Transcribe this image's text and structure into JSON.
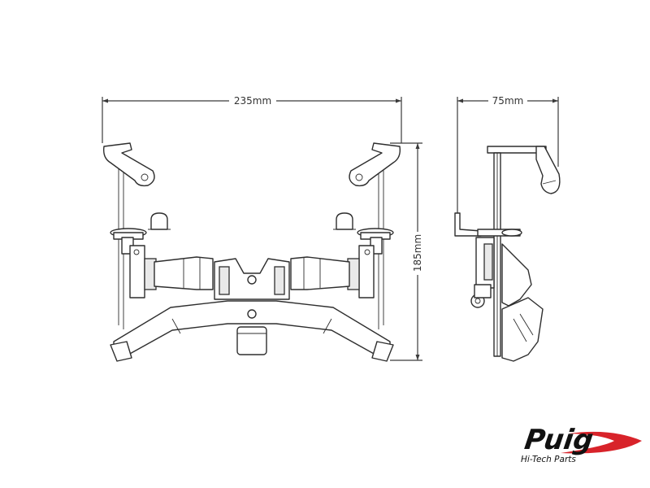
{
  "dimensions": {
    "width_label": "235mm",
    "depth_label": "75mm",
    "height_label": "185mm"
  },
  "logo": {
    "brand": "Puig",
    "tagline": "Hi-Tech Parts",
    "accent_color": "#d8232a"
  },
  "colors": {
    "line": "#2e2e2e",
    "background": "#ffffff"
  }
}
